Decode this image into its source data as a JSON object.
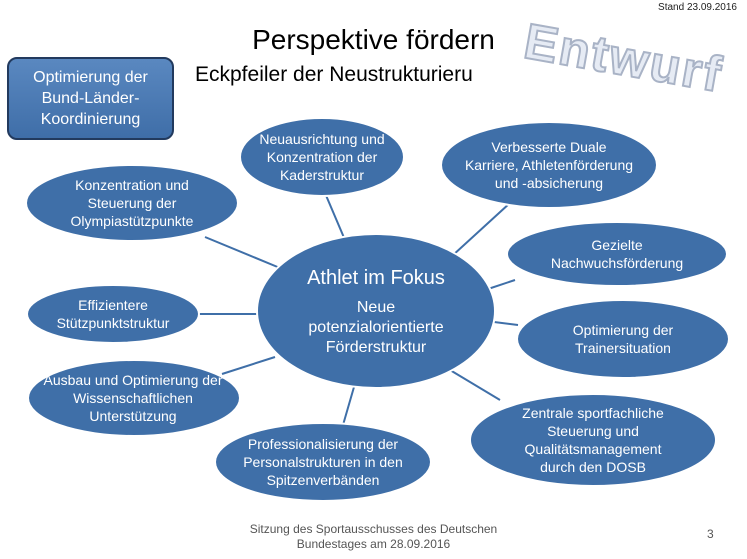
{
  "stand": "Stand 23.09.2016",
  "watermark": "Entwurf",
  "title": "Perspektive fördern",
  "subtitle": "Eckpfeiler der Neustrukturieru",
  "box_label": "Optimierung der Bund-Länder-Koordinierung",
  "center": {
    "title": "Athlet im Fokus",
    "subtitle": "Neue potenzialorientierte Förderstruktur"
  },
  "nodes": [
    {
      "id": "kaderstruktur",
      "label": "Neuausrichtung und Konzentration der Kaderstruktur"
    },
    {
      "id": "duale-karriere",
      "label": "Verbesserte Duale Karriere, Athletenförderung und -absicherung"
    },
    {
      "id": "olympiastuetzpunkte",
      "label": "Konzentration und Steuerung der Olympiastützpunkte"
    },
    {
      "id": "nachwuchsfoerderung",
      "label": "Gezielte Nachwuchsförderung"
    },
    {
      "id": "stuetzpunktstruktur",
      "label": "Effizientere Stützpunktstruktur"
    },
    {
      "id": "trainersituation",
      "label": "Optimierung der Trainersituation"
    },
    {
      "id": "wissenschaft",
      "label": "Ausbau und Optimierung der Wissenschaftlichen Unterstützung"
    },
    {
      "id": "personalstrukturen",
      "label": "Professionalisierung der Personalstrukturen in den Spitzenverbänden"
    },
    {
      "id": "dosb",
      "label": "Zentrale sportfachliche Steuerung und Qualitätsmanagement durch den DOSB"
    }
  ],
  "colors": {
    "node_fill": "#3f6fa8",
    "node_stroke": "#ffffff",
    "connector": "#3f6fa8",
    "box_border": "#223a5e"
  },
  "footer": {
    "line1": "Sitzung des Sportausschusses des Deutschen",
    "line2": "Bundestages am 28.09.2016"
  },
  "page_number": "3"
}
